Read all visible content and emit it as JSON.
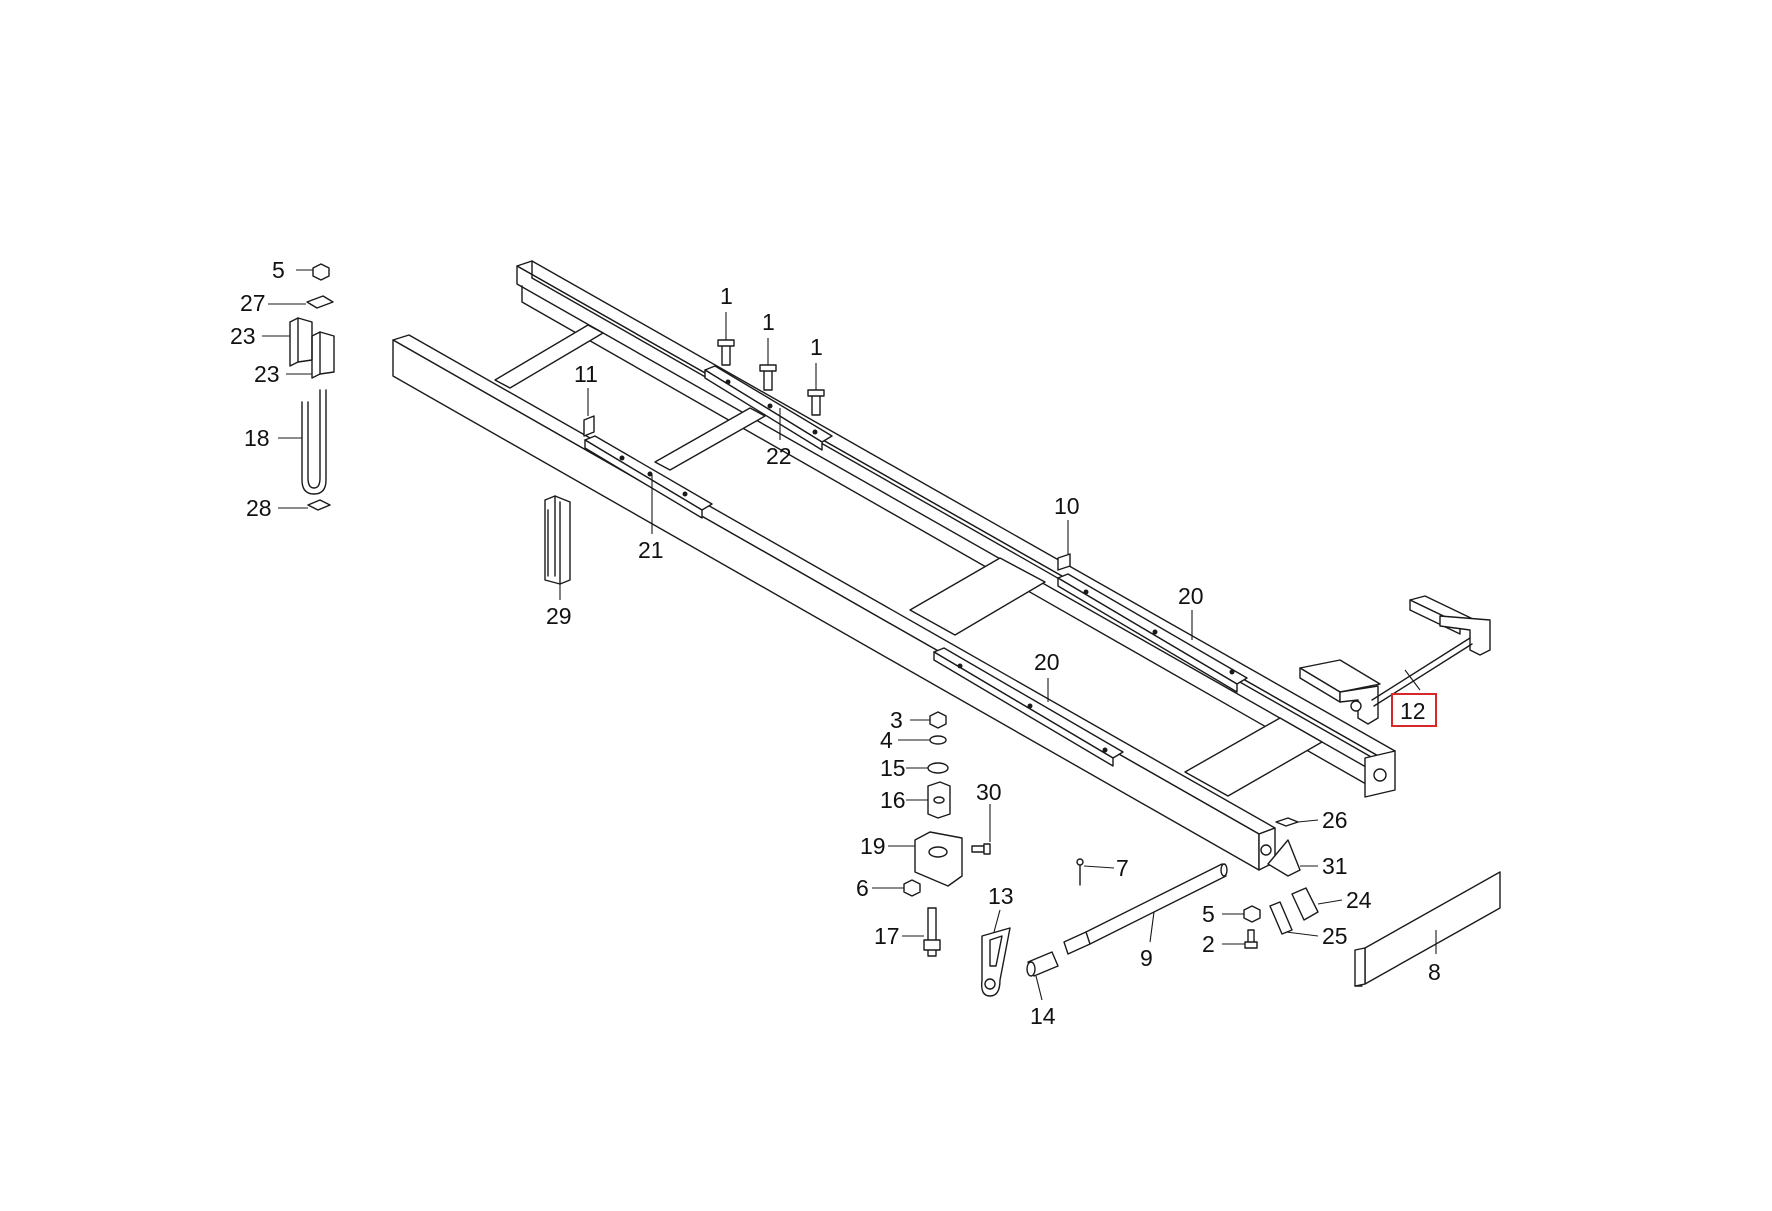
{
  "colors": {
    "line": "#1a1a1a",
    "text": "#111111",
    "highlight": "#d62828"
  },
  "highlighted_callout": "12",
  "callouts": [
    {
      "id": "c-5a",
      "label": "5"
    },
    {
      "id": "c-27",
      "label": "27"
    },
    {
      "id": "c-23a",
      "label": "23"
    },
    {
      "id": "c-23b",
      "label": "23"
    },
    {
      "id": "c-18",
      "label": "18"
    },
    {
      "id": "c-28",
      "label": "28"
    },
    {
      "id": "c-29",
      "label": "29"
    },
    {
      "id": "c-1a",
      "label": "1"
    },
    {
      "id": "c-1b",
      "label": "1"
    },
    {
      "id": "c-1c",
      "label": "1"
    },
    {
      "id": "c-11",
      "label": "11"
    },
    {
      "id": "c-22",
      "label": "22"
    },
    {
      "id": "c-21",
      "label": "21"
    },
    {
      "id": "c-10",
      "label": "10"
    },
    {
      "id": "c-20a",
      "label": "20"
    },
    {
      "id": "c-20b",
      "label": "20"
    },
    {
      "id": "c-12",
      "label": "12"
    },
    {
      "id": "c-3",
      "label": "3"
    },
    {
      "id": "c-4",
      "label": "4"
    },
    {
      "id": "c-15",
      "label": "15"
    },
    {
      "id": "c-16",
      "label": "16"
    },
    {
      "id": "c-30",
      "label": "30"
    },
    {
      "id": "c-19",
      "label": "19"
    },
    {
      "id": "c-6",
      "label": "6"
    },
    {
      "id": "c-17",
      "label": "17"
    },
    {
      "id": "c-13",
      "label": "13"
    },
    {
      "id": "c-14",
      "label": "14"
    },
    {
      "id": "c-7",
      "label": "7"
    },
    {
      "id": "c-9",
      "label": "9"
    },
    {
      "id": "c-26",
      "label": "26"
    },
    {
      "id": "c-31",
      "label": "31"
    },
    {
      "id": "c-5b",
      "label": "5"
    },
    {
      "id": "c-24",
      "label": "24"
    },
    {
      "id": "c-2",
      "label": "2"
    },
    {
      "id": "c-25",
      "label": "25"
    },
    {
      "id": "c-8",
      "label": "8"
    }
  ]
}
